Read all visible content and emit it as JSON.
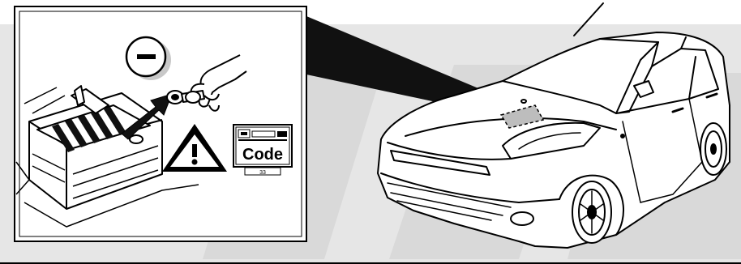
{
  "figure": {
    "minus_symbol": "−",
    "radio_code_label": "Code",
    "radio_code_number": "33"
  },
  "colors": {
    "background_panel": "#e6e6e6",
    "line": "#000000",
    "fill": "#ffffff",
    "highlight_area": "#bdbdbd"
  },
  "icons": [
    "negative-terminal-icon",
    "warning-triangle-icon",
    "radio-code-icon",
    "arrow-icon",
    "car-illustration",
    "battery-illustration"
  ]
}
